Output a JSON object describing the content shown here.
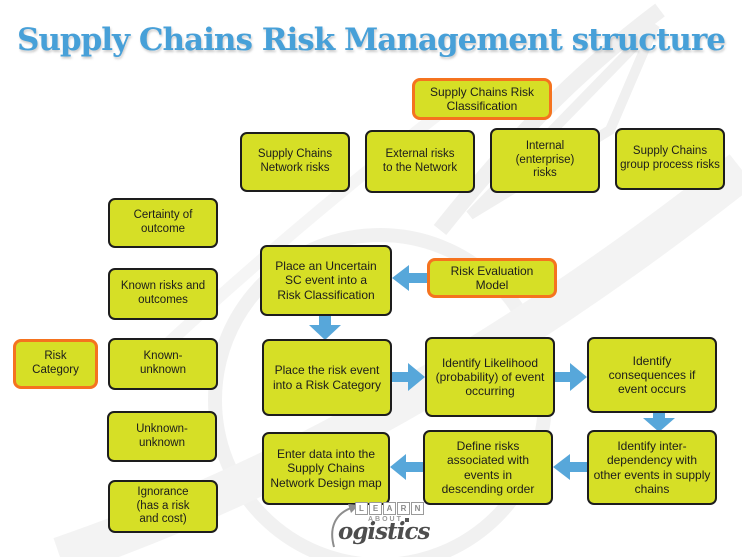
{
  "title": "Supply Chains Risk Management structure",
  "colors": {
    "box_fill": "#d6df26",
    "box_border": "#1d1d1d",
    "highlight_border": "#f5731f",
    "arrow_blue": "#57a7da",
    "title_blue": "#47a0d8"
  },
  "nodes": [
    {
      "id": "supply-chains-risk-classification",
      "label": "Supply Chains Risk Classification",
      "highlighted": true
    },
    {
      "id": "supply-chains-network-risks",
      "label": "Supply Chains Network risks",
      "highlighted": false
    },
    {
      "id": "external-risks-to-the-network",
      "label": "External risks to the Network",
      "highlighted": false
    },
    {
      "id": "internal-enterprise-risks",
      "label": "Internal (enterprise) risks",
      "highlighted": false
    },
    {
      "id": "supply-chains-group-process-risks",
      "label": "Supply Chains group process risks",
      "highlighted": false
    },
    {
      "id": "certainty-of-outcome",
      "label": "Certainty of outcome",
      "highlighted": false
    },
    {
      "id": "known-risks-and-outcomes",
      "label": "Known risks and outcomes",
      "highlighted": false
    },
    {
      "id": "risk-category",
      "label": "Risk Category",
      "highlighted": true
    },
    {
      "id": "known-unknown",
      "label": "Known-unknown",
      "highlighted": false
    },
    {
      "id": "unknown-unknown",
      "label": "Unknown-unknown",
      "highlighted": false
    },
    {
      "id": "ignorance",
      "label": "Ignorance (has a risk and cost)",
      "highlighted": false
    },
    {
      "id": "place-uncertain-sc-event",
      "label": "Place an Uncertain SC event into a Risk Classification",
      "highlighted": false
    },
    {
      "id": "risk-evaluation-model",
      "label": "Risk Evaluation Model",
      "highlighted": true
    },
    {
      "id": "place-risk-event-into-category",
      "label": "Place the risk event into a Risk Category",
      "highlighted": false
    },
    {
      "id": "identify-likelihood",
      "label": "Identify Likelihood (probability) of event occurring",
      "highlighted": false
    },
    {
      "id": "identify-consequences",
      "label": "Identify consequences if event occurs",
      "highlighted": false
    },
    {
      "id": "identify-interdependency",
      "label": "Identify inter-dependency with other events in supply chains",
      "highlighted": false
    },
    {
      "id": "define-risks-descending-order",
      "label": "Define risks associated with events in descending order",
      "highlighted": false
    },
    {
      "id": "enter-data-network-design-map",
      "label": "Enter data into the Supply Chains Network Design map",
      "highlighted": false
    }
  ],
  "edges": [
    {
      "from": "risk-evaluation-model",
      "to": "place-uncertain-sc-event",
      "direction": "left"
    },
    {
      "from": "place-uncertain-sc-event",
      "to": "place-risk-event-into-category",
      "direction": "down"
    },
    {
      "from": "place-risk-event-into-category",
      "to": "identify-likelihood",
      "direction": "right"
    },
    {
      "from": "identify-likelihood",
      "to": "identify-consequences",
      "direction": "right"
    },
    {
      "from": "identify-consequences",
      "to": "identify-interdependency",
      "direction": "down"
    },
    {
      "from": "identify-interdependency",
      "to": "define-risks-descending-order",
      "direction": "left"
    },
    {
      "from": "define-risks-descending-order",
      "to": "enter-data-network-design-map",
      "direction": "left"
    }
  ],
  "logo": {
    "letters": [
      "L",
      "E",
      "A",
      "R",
      "N"
    ],
    "about": "ABOUT",
    "script": "ogistics"
  }
}
